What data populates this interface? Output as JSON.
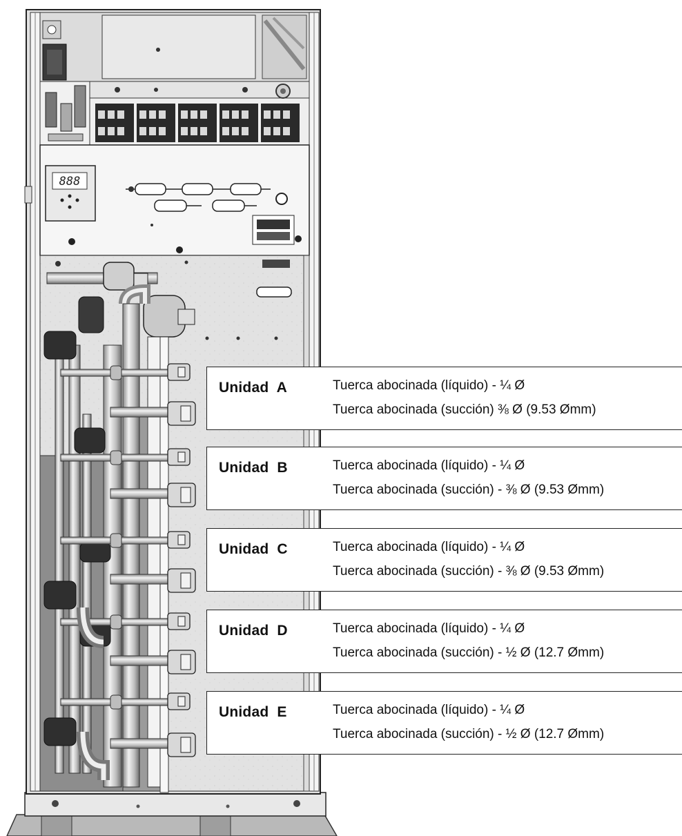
{
  "display": {
    "digits": "888"
  },
  "units": [
    {
      "label": "Unidad  A",
      "liquid": "Tuerca abocinada (líquido)  - ¼ Ø",
      "suction": "Tuerca abocinada (succión)  ⅜ Ø (9.53 Ømm)"
    },
    {
      "label": "Unidad  B",
      "liquid": "Tuerca abocinada (líquido)  - ¼ Ø",
      "suction": "Tuerca abocinada (succión) - ⅜ Ø (9.53 Ømm)"
    },
    {
      "label": "Unidad  C",
      "liquid": "Tuerca abocinada (líquido)  - ¼ Ø",
      "suction": "Tuerca abocinada (succión) - ⅜ Ø (9.53 Ømm)"
    },
    {
      "label": "Unidad  D",
      "liquid": "Tuerca abocinada (líquido) - ¼ Ø",
      "suction": "Tuerca abocinada (succión) - ½ Ø (12.7 Ømm)"
    },
    {
      "label": "Unidad  E",
      "liquid": "Tuerca abocinada (líquido) - ¼ Ø",
      "suction": "Tuerca abocinada (succión) - ½ Ø (12.7 Ømm)"
    }
  ]
}
